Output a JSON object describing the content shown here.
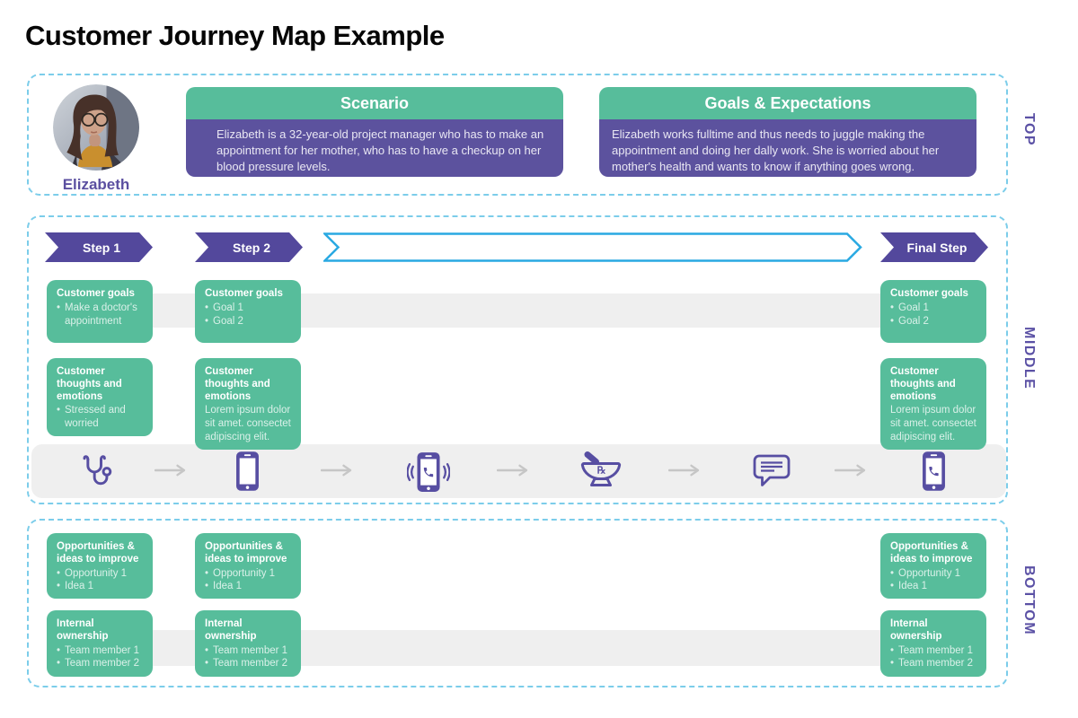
{
  "title": "Customer Journey Map Example",
  "section_labels": {
    "top": "TOP",
    "middle": "MIDDLE",
    "bottom": "BOTTOM"
  },
  "persona": {
    "name": "Elizabeth",
    "avatar": "woman-portrait-photo"
  },
  "bullet": "•",
  "scenario": {
    "title": "Scenario",
    "body": "Elizabeth is a 32-year-old project manager who has to make an appointment for her mother, who has to have a checkup on her blood pressure levels."
  },
  "goals_expectations": {
    "title": "Goals & Expectations",
    "body": "Elizabeth works fulltime and thus needs to juggle making the appointment and doing her dally work. She is worried about her mother's health and wants to know if anything goes wrong."
  },
  "steps": {
    "step1": "Step 1",
    "step2": "Step 2",
    "final": "Final Step"
  },
  "middle": {
    "goals": [
      {
        "title": "Customer goals",
        "items": [
          "Make a doctor's appointment"
        ]
      },
      {
        "title": "Customer goals",
        "items": [
          "Goal 1",
          "Goal 2"
        ]
      },
      {
        "title": "Customer goals",
        "items": [
          "Goal 1",
          "Goal 2"
        ]
      }
    ],
    "thoughts": [
      {
        "title": "Customer thoughts and emotions",
        "items": [
          "Stressed and worried"
        ]
      },
      {
        "title": "Customer thoughts and emotions",
        "body": "Lorem ipsum dolor sit amet. consectet adipiscing elit."
      },
      {
        "title": "Customer thoughts and emotions",
        "body": "Lorem ipsum dolor sit amet. consectet adipiscing elit."
      }
    ],
    "touchpoint_icons": [
      "stethoscope-icon",
      "smartphone-icon",
      "ringing-phone-icon",
      "pharmacy-mortar-icon",
      "chat-message-icon",
      "phone-call-icon"
    ],
    "rx_symbol": "℞"
  },
  "bottom": {
    "opportunities": [
      {
        "title": "Opportunities & ideas to improve",
        "items": [
          "Opportunity 1",
          "Idea 1"
        ]
      },
      {
        "title": "Opportunities & ideas to improve",
        "items": [
          "Opportunity 1",
          "Idea 1"
        ]
      },
      {
        "title": "Opportunities & ideas to improve",
        "items": [
          "Opportunity 1",
          "Idea 1"
        ]
      }
    ],
    "ownership": [
      {
        "title": "Internal ownership",
        "items": [
          "Team member 1",
          "Team member 2"
        ]
      },
      {
        "title": "Internal ownership",
        "items": [
          "Team member 1",
          "Team member 2"
        ]
      },
      {
        "title": "Internal ownership",
        "items": [
          "Team member 1",
          "Team member 2"
        ]
      }
    ]
  },
  "colors": {
    "green": "#57bd9b",
    "purple_panel": "#5c529e",
    "purple_arrow": "#53489c",
    "purple_text": "#5b51a5",
    "icon_purple": "#574ea2",
    "dashed_blue": "#7ccdea",
    "cyan_arrow": "#29a9e2",
    "band_gray": "#efefef",
    "arrow_gray": "#c6c6c6"
  }
}
